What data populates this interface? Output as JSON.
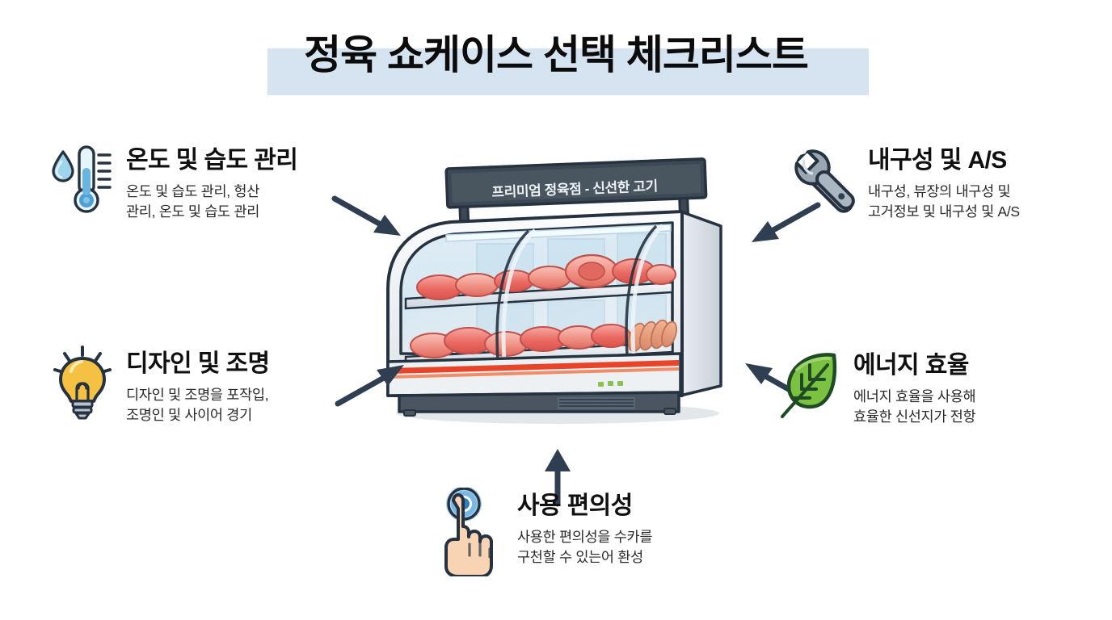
{
  "title": "정육 쇼케이스 선택 체크리스트",
  "colors": {
    "title_highlight": "#d5e4f0",
    "arrow": "#2f3e50",
    "outline": "#26323f",
    "thermometer_blue": "#5aa8d8",
    "bulb_yellow": "#f5c143",
    "wrench_gray": "#9aa7b3",
    "leaf_green": "#7cc242",
    "hand_skin": "#f8d4b4",
    "tap_blue": "#3f9ad8",
    "showcase_accent_red": "#e8442a",
    "showcase_body": "#e9edf1",
    "showcase_base": "#4a5561"
  },
  "showcase": {
    "sign_text": "프리미엄 정육점 - 신선한 고기",
    "name": "meat-display-showcase"
  },
  "items": [
    {
      "id": "temperature-humidity",
      "icon": "thermometer-droplet-icon",
      "title": "온도 및 습도 관리",
      "desc": "온도 및 습도 관리, 헝산\n관리, 온도 및 습도 관리"
    },
    {
      "id": "design-lighting",
      "icon": "lightbulb-icon",
      "title": "디자인 및 조명",
      "desc": "디자인 및 조명을 포작입,\n조명인 및 사이어 경기"
    },
    {
      "id": "durability-service",
      "icon": "wrench-icon",
      "title": "내구성 및 A/S",
      "desc": "내구성, 뷰장의 내구성 및\n고거정보 및 내구성 및 A/S"
    },
    {
      "id": "energy-efficiency",
      "icon": "leaf-icon",
      "title": "에너지 효율",
      "desc": "에너지 효율을 사용해\n효율한 신선지가 전항"
    },
    {
      "id": "ease-of-use",
      "icon": "tap-hand-icon",
      "title": "사용 편의성",
      "desc": "사용한 편의성을 수카를\n구천할 수 있는어 환성"
    }
  ],
  "arrows": [
    {
      "id": "arrow-top-left",
      "direction": "down-right"
    },
    {
      "id": "arrow-bottom-left",
      "direction": "up-right"
    },
    {
      "id": "arrow-top-right",
      "direction": "down-left"
    },
    {
      "id": "arrow-bottom-right",
      "direction": "up-left"
    },
    {
      "id": "arrow-bottom-center",
      "direction": "up"
    }
  ]
}
